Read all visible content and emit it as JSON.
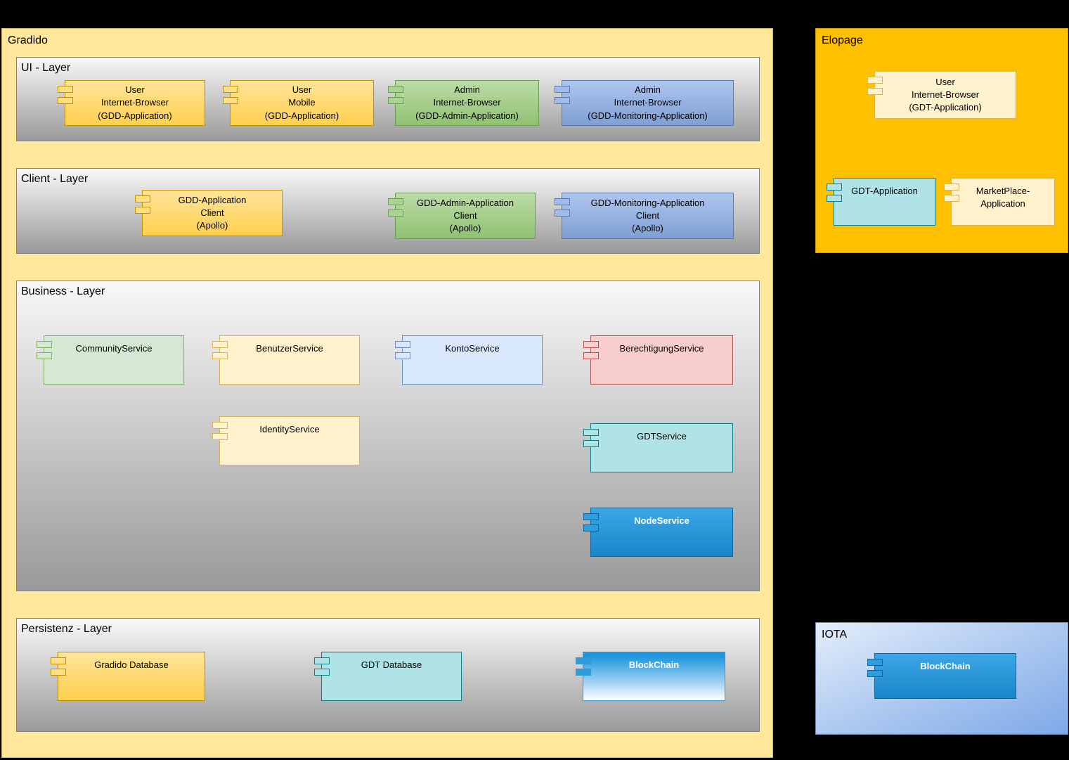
{
  "containers": {
    "gradido": {
      "title": "Gradido",
      "layers": {
        "ui": {
          "title": "UI - Layer",
          "components": [
            {
              "label": "User\nInternet-Browser\n(GDD-Application)"
            },
            {
              "label": "User\nMobile\n(GDD-Application)"
            },
            {
              "label": "Admin\nInternet-Browser\n(GDD-Admin-Application)"
            },
            {
              "label": "Admin\nInternet-Browser\n(GDD-Monitoring-Application)"
            }
          ]
        },
        "client": {
          "title": "Client - Layer",
          "components": [
            {
              "label": "GDD-Application\nClient\n(Apollo)"
            },
            {
              "label": "GDD-Admin-Application\nClient\n(Apollo)"
            },
            {
              "label": "GDD-Monitoring-Application\nClient\n(Apollo)"
            }
          ]
        },
        "business": {
          "title": "Business - Layer",
          "components": [
            {
              "label": "CommunityService"
            },
            {
              "label": "BenutzerService"
            },
            {
              "label": "KontoService"
            },
            {
              "label": "BerechtigungService"
            },
            {
              "label": "IdentityService"
            },
            {
              "label": "GDTService"
            },
            {
              "label": "NodeService"
            }
          ]
        },
        "persistenz": {
          "title": "Persistenz - Layer",
          "components": [
            {
              "label": "Gradido Database"
            },
            {
              "label": "GDT Database"
            },
            {
              "label": "BlockChain"
            }
          ]
        }
      }
    },
    "elopage": {
      "title": "Elopage",
      "components": [
        {
          "label": "User\nInternet-Browser\n(GDT-Application)"
        },
        {
          "label": "GDT-Application"
        },
        {
          "label": "MarketPlace-\nApplication"
        }
      ]
    },
    "iota": {
      "title": "IOTA",
      "components": [
        {
          "label": "BlockChain"
        }
      ]
    }
  },
  "colors": {
    "page_background": "#000000",
    "gradido_fill": "#ffe79c",
    "elopage_fill": "#ffc000",
    "iota_fill_gradient": [
      "#e4eefb",
      "#7fa9e8"
    ],
    "layer_gray_gradient": [
      "#f8f8f8",
      "#999999"
    ],
    "yellow_component": "#ffd966",
    "light_yellow_component": "#fff2cc",
    "green_component": "#a5ce8c",
    "light_green_component": "#d5e8d4",
    "blue_component": "#97b3e1",
    "light_blue_component": "#dae8fc",
    "pink_component": "#f8cecc",
    "teal_component": "#b0e3e6",
    "node_blue_component": "#2a96d8"
  }
}
